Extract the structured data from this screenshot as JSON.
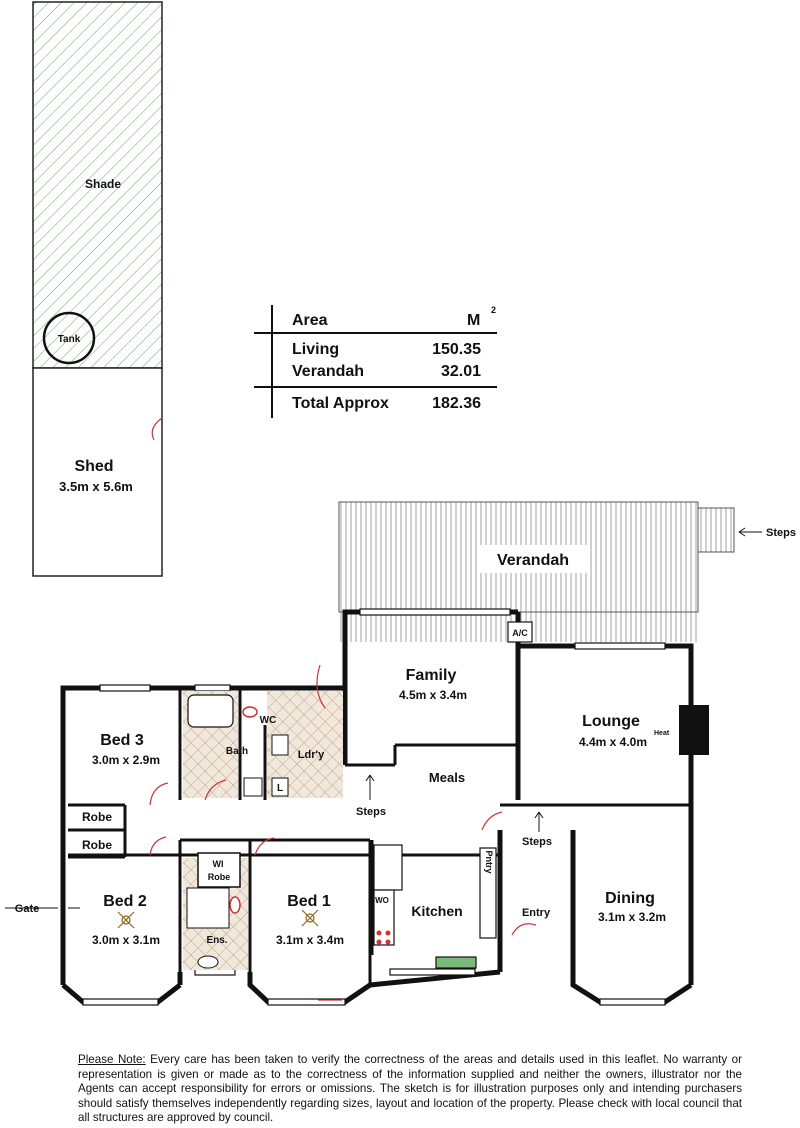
{
  "outbuildings": {
    "shade": "Shade",
    "tank": "Tank",
    "shed_name": "Shed",
    "shed_size": "3.5m x 5.6m"
  },
  "area_table": {
    "header_label": "Area",
    "header_unit": "M",
    "header_unit_sup": "2",
    "rows": [
      {
        "label": "Living",
        "value": "150.35"
      },
      {
        "label": "Verandah",
        "value": "32.01"
      }
    ],
    "total_label": "Total Approx",
    "total_value": "182.36"
  },
  "rooms": {
    "verandah": "Verandah",
    "steps_right": "Steps",
    "ac": "A/C",
    "family_name": "Family",
    "family_size": "4.5m x 3.4m",
    "lounge_name": "Lounge",
    "lounge_size": "4.4m x 4.0m",
    "heat": "Heat",
    "bed3_name": "Bed 3",
    "bed3_size": "3.0m x 2.9m",
    "bath": "Bath",
    "wc": "WC",
    "laundry": "Ldr'y",
    "l_cupboard": "L",
    "meals": "Meals",
    "steps_meals": "Steps",
    "steps_entry": "Steps",
    "robe1": "Robe",
    "robe2": "Robe",
    "wi_robe_1": "WI",
    "wi_robe_2": "Robe",
    "bed2_name": "Bed 2",
    "bed2_size": "3.0m x 3.1m",
    "ens": "Ens.",
    "bed1_name": "Bed 1",
    "bed1_size": "3.1m x 3.4m",
    "wo": "WO",
    "kitchen": "Kitchen",
    "pantry": "Pntry",
    "entry": "Entry",
    "dining_name": "Dining",
    "dining_size": "3.1m x 3.2m",
    "gate": "Gate"
  },
  "disclaimer": {
    "label": "Please Note:",
    "text": " Every care has been taken to verify the correctness of the areas and details used in this leaflet. No warranty or representation is given or made as to the correctness of the information supplied and neither the owners, illustrator nor the Agents can accept responsibility for errors or omissions. The sketch is for illustration purposes only and intending purchasers should satisfy themselves independently regarding sizes, layout and location of the property. Please check with local council that all structures are approved by council."
  }
}
